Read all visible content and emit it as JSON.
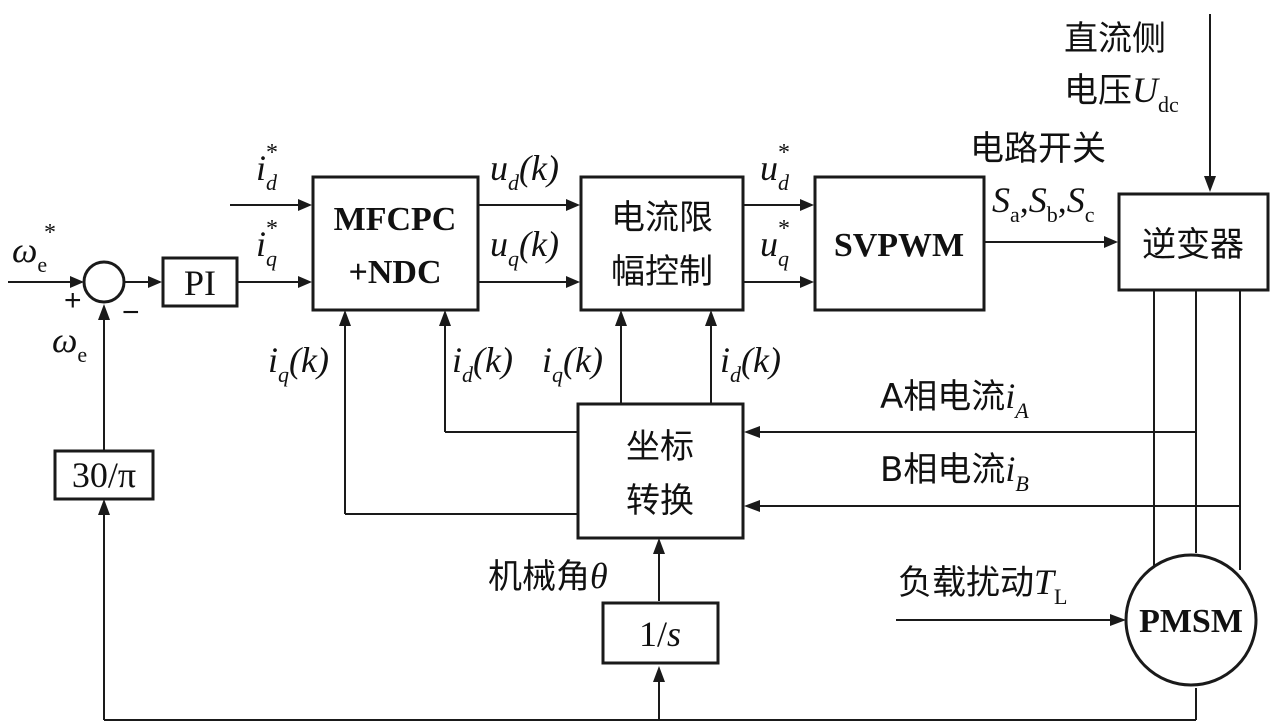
{
  "blocks": {
    "pi": "PI",
    "mfcpc_line1": "MFCPC",
    "mfcpc_line2": "+NDC",
    "limit_line1": "电流限",
    "limit_line2": "幅控制",
    "svpwm": "SVPWM",
    "inverter": "逆变器",
    "coord_line1": "坐标",
    "coord_line2": "转换",
    "gain": "30/π",
    "integrator_num": "1/",
    "integrator_var": "s",
    "motor": "PMSM"
  },
  "signals": {
    "omega_ref": "ω",
    "omega_ref_sub": "e",
    "omega_ref_sup": "*",
    "omega_fb": "ω",
    "omega_fb_sub": "e",
    "plus_sign": "+",
    "minus_sign": "−",
    "id_ref": "i",
    "id_ref_sub": "d",
    "iq_ref": "i",
    "iq_ref_sub": "q",
    "ref_star": "*",
    "ud_k": "u",
    "ud_k_sub": "d",
    "uq_k": "u",
    "uq_k_sub": "q",
    "k_arg": "(k)",
    "ud_ref": "u",
    "ud_ref_sub": "d",
    "uq_ref": "u",
    "uq_ref_sub": "q",
    "iq_k_left": "i",
    "iq_k_left_sub": "q",
    "id_k_mid": "i",
    "id_k_mid_sub": "d",
    "iq_k_mid": "i",
    "iq_k_mid_sub": "q",
    "id_k_right": "i",
    "id_k_right_sub": "d",
    "dc_voltage_line1": "直流侧",
    "dc_voltage_line2": "电压",
    "dc_voltage_sym": "U",
    "dc_voltage_sub": "dc",
    "switch_label": "电路开关",
    "s_sym": "S",
    "s_a": "a",
    "s_b": "b",
    "s_c": "c",
    "comma": ",",
    "phase_a_label": "A相电流",
    "phase_a_sym": "i",
    "phase_a_sub": "A",
    "phase_b_label": "B相电流",
    "phase_b_sym": "i",
    "phase_b_sub": "B",
    "load_label": "负载扰动",
    "load_sym": "T",
    "load_sub": "L",
    "mech_angle_label": "机械角",
    "mech_angle_sym": "θ"
  }
}
